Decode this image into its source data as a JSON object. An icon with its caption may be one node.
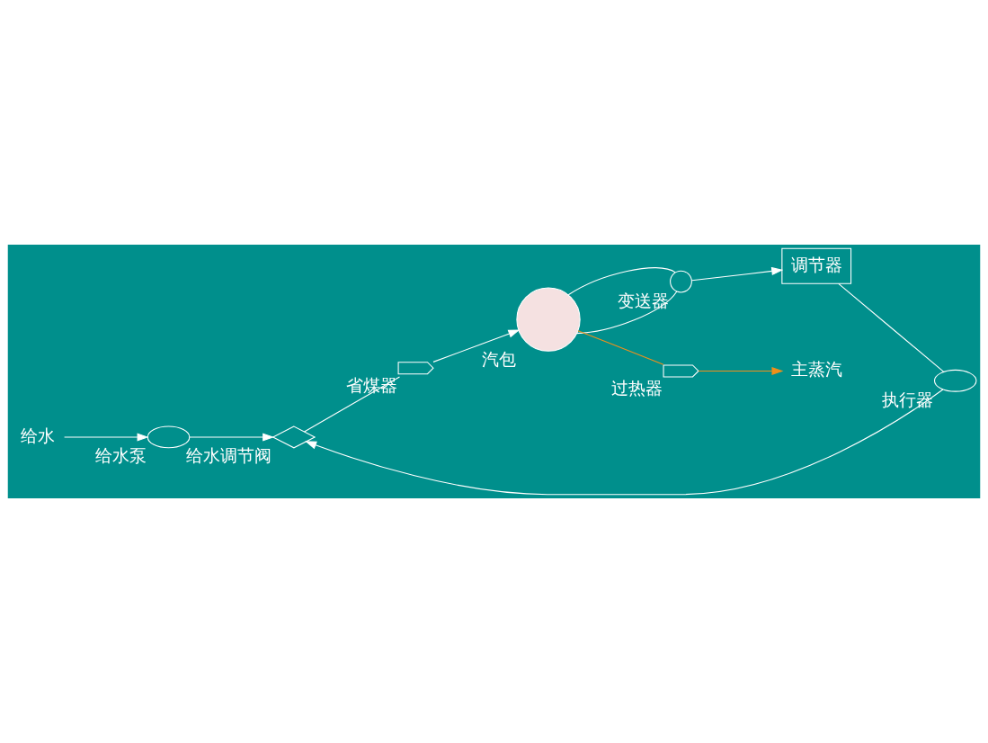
{
  "diagram": {
    "nodes": [
      {
        "text": [
          "给水"
        ]
      },
      {
        "text": [],
        "shape": "ellipse",
        "beside": [
          "给水泵"
        ]
      },
      {
        "text": [],
        "shape": "valve",
        "beside": [
          "给水调节阀"
        ]
      },
      {
        "text": [],
        "shape": "ellipse",
        "beside": [
          "执行器"
        ]
      },
      {
        "text": [
          "调节器"
        ]
      },
      {
        "text": [],
        "shape": "circle",
        "beside": [
          "变送器"
        ]
      },
      {
        "text": [],
        "shape": "circle",
        "beside": [
          "汽包"
        ]
      },
      {
        "text": [],
        "shape": "zigzag",
        "beside": [
          "省煤器"
        ]
      },
      {
        "text": [],
        "shape": "zigzag",
        "beside": [
          "过热器"
        ]
      },
      {
        "text": [
          "主蒸汽"
        ]
      }
    ],
    "edges": [
      {
        "from": 0,
        "to": 1,
        "arrow": "to"
      },
      {
        "from": 1,
        "to": 2,
        "arrow": "to"
      },
      {
        "from": 2,
        "to": 7,
        "arrow": "none"
      },
      {
        "from": 7,
        "to": 6,
        "arrow": "to"
      },
      {
        "from": 6,
        "to": 8,
        "arrow": "none",
        "color": "#f0901a"
      },
      {
        "from": 8,
        "to": 9,
        "arrow": "to",
        "color": "#f0901a"
      },
      {
        "from": 6,
        "to": 5,
        "arrow": "none"
      },
      {
        "from": 6,
        "to": 5,
        "arrow": "none"
      },
      {
        "from": 5,
        "to": 4,
        "arrow": "to"
      },
      {
        "from": 4,
        "to": 3,
        "arrow": "none"
      },
      {
        "from": 3,
        "to": 2,
        "arrow": "to"
      }
    ]
  }
}
